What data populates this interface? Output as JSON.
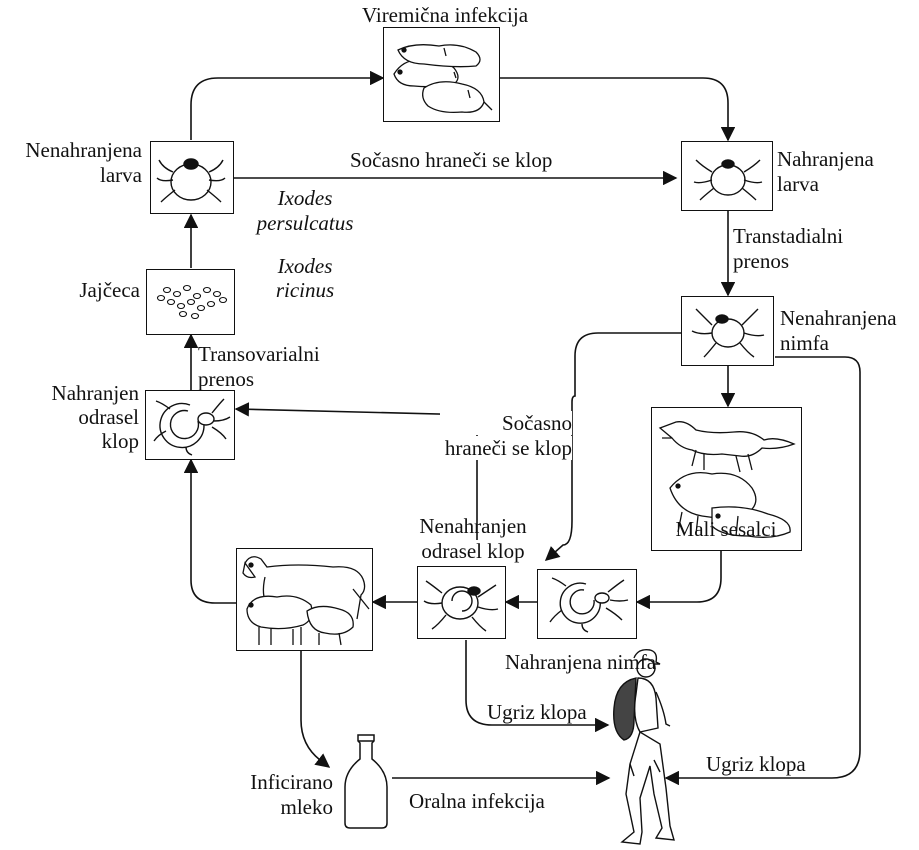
{
  "labels": {
    "viremic_infection": "Viremična infekcija",
    "unfed_larva_1": "Nenahranjena",
    "unfed_larva_2": "larva",
    "cofeeding_top": "Sočasno hraneči se klop",
    "fed_larva_1": "Nahranjena",
    "fed_larva_2": "larva",
    "ixodes_persulcatus_1": "Ixodes",
    "ixodes_persulcatus_2": "persulcatus",
    "ixodes_ricinus_1": "Ixodes",
    "ixodes_ricinus_2": "ricinus",
    "eggs": "Jajčeca",
    "transstadial_1": "Transtadialni",
    "transstadial_2": "prenos",
    "transovarial_1": "Transovarialni",
    "transovarial_2": "prenos",
    "unfed_nymph_1": "Nenahranjena",
    "unfed_nymph_2": "nimfa",
    "fed_adult_1": "Nahranjen",
    "fed_adult_2": "odrasel",
    "fed_adult_3": "klop",
    "cofeeding_mid_1": "Sočasno",
    "cofeeding_mid_2": "hraneči se klop",
    "small_mammals": "Mali sesalci",
    "unfed_adult_1": "Nenahranjen",
    "unfed_adult_2": "odrasel klop",
    "fed_nymph": "Nahranjena nimfa",
    "tick_bite_1": "Ugriz klopa",
    "tick_bite_2": "Ugriz klopa",
    "infected_milk_1": "Inficirano",
    "infected_milk_2": "mleko",
    "oral_infection": "Oralna infekcija"
  },
  "icons": {
    "rodents": "rodents-icon",
    "unfed_larva": "tick-icon",
    "fed_larva": "tick-icon",
    "eggs": "eggs-icon",
    "unfed_nymph": "tick-icon",
    "fed_adult": "engorged-tick-icon",
    "small_mammals": "fox-and-rodents-icon",
    "unfed_adult": "tick-icon",
    "fed_nymph": "engorged-tick-icon",
    "livestock": "cow-and-sheep-icon",
    "milk_bottle": "milk-bottle-icon",
    "hiker": "hiker-icon"
  },
  "colors": {
    "ink": "#111111",
    "background": "#ffffff"
  }
}
